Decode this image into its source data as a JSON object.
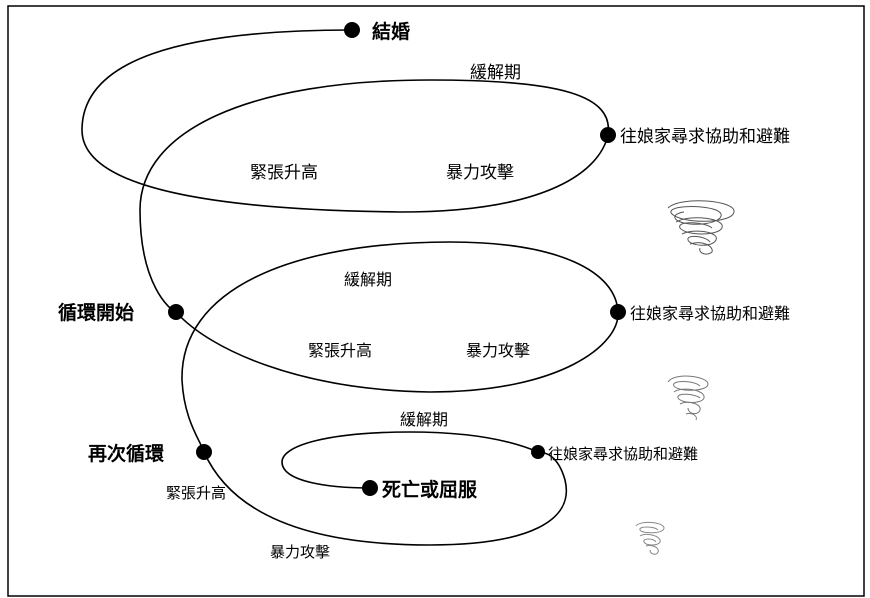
{
  "diagram": {
    "cycle1": {
      "start": "結婚",
      "calm": "緩解期",
      "help": "往娘家尋求協助和避難",
      "tension": "緊張升高",
      "violence": "暴力攻擊"
    },
    "cycle2": {
      "start": "循環開始",
      "calm": "緩解期",
      "help": "往娘家尋求協助和避難",
      "tension": "緊張升高",
      "violence": "暴力攻擊"
    },
    "cycle3": {
      "start": "再次循環",
      "calm": "緩解期",
      "help": "往娘家尋求協助和避難",
      "tension": "緊張升高",
      "violence": "暴力攻擊",
      "end": "死亡或屈服"
    }
  }
}
